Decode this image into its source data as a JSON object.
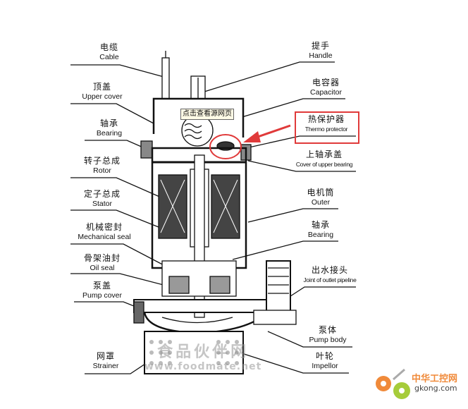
{
  "tooltip": "点击查看源网页",
  "left_labels": [
    {
      "zh": "电缆",
      "en": "Cable"
    },
    {
      "zh": "顶盖",
      "en": "Upper cover"
    },
    {
      "zh": "轴承",
      "en": "Bearing"
    },
    {
      "zh": "转子总成",
      "en": "Rotor"
    },
    {
      "zh": "定子总成",
      "en": "Stator"
    },
    {
      "zh": "机械密封",
      "en": "Mechanical seal"
    },
    {
      "zh": "骨架油封",
      "en": "Oil seal"
    },
    {
      "zh": "泵盖",
      "en": "Pump cover"
    },
    {
      "zh": "网罩",
      "en": "Strainer"
    }
  ],
  "right_labels": [
    {
      "zh": "提手",
      "en": "Handle"
    },
    {
      "zh": "电容器",
      "en": "Capacitor"
    },
    {
      "zh": "热保护器",
      "en": "Thermo protector"
    },
    {
      "zh": "上轴承盖",
      "en": "Cover of upper bearing"
    },
    {
      "zh": "电机筒",
      "en": "Outer"
    },
    {
      "zh": "轴承",
      "en": "Bearing"
    },
    {
      "zh": "出水接头",
      "en": "Joint of outlet pipeline"
    },
    {
      "zh": "泵体",
      "en": "Pump body"
    },
    {
      "zh": "叶轮",
      "en": "Impellor"
    }
  ],
  "highlight_color": "#e03a3a",
  "watermark": {
    "zh": "食品伙伴网",
    "en": "www.foodmate.net"
  },
  "logo": {
    "zh": "中华工控网",
    "en": "gkong.com"
  }
}
